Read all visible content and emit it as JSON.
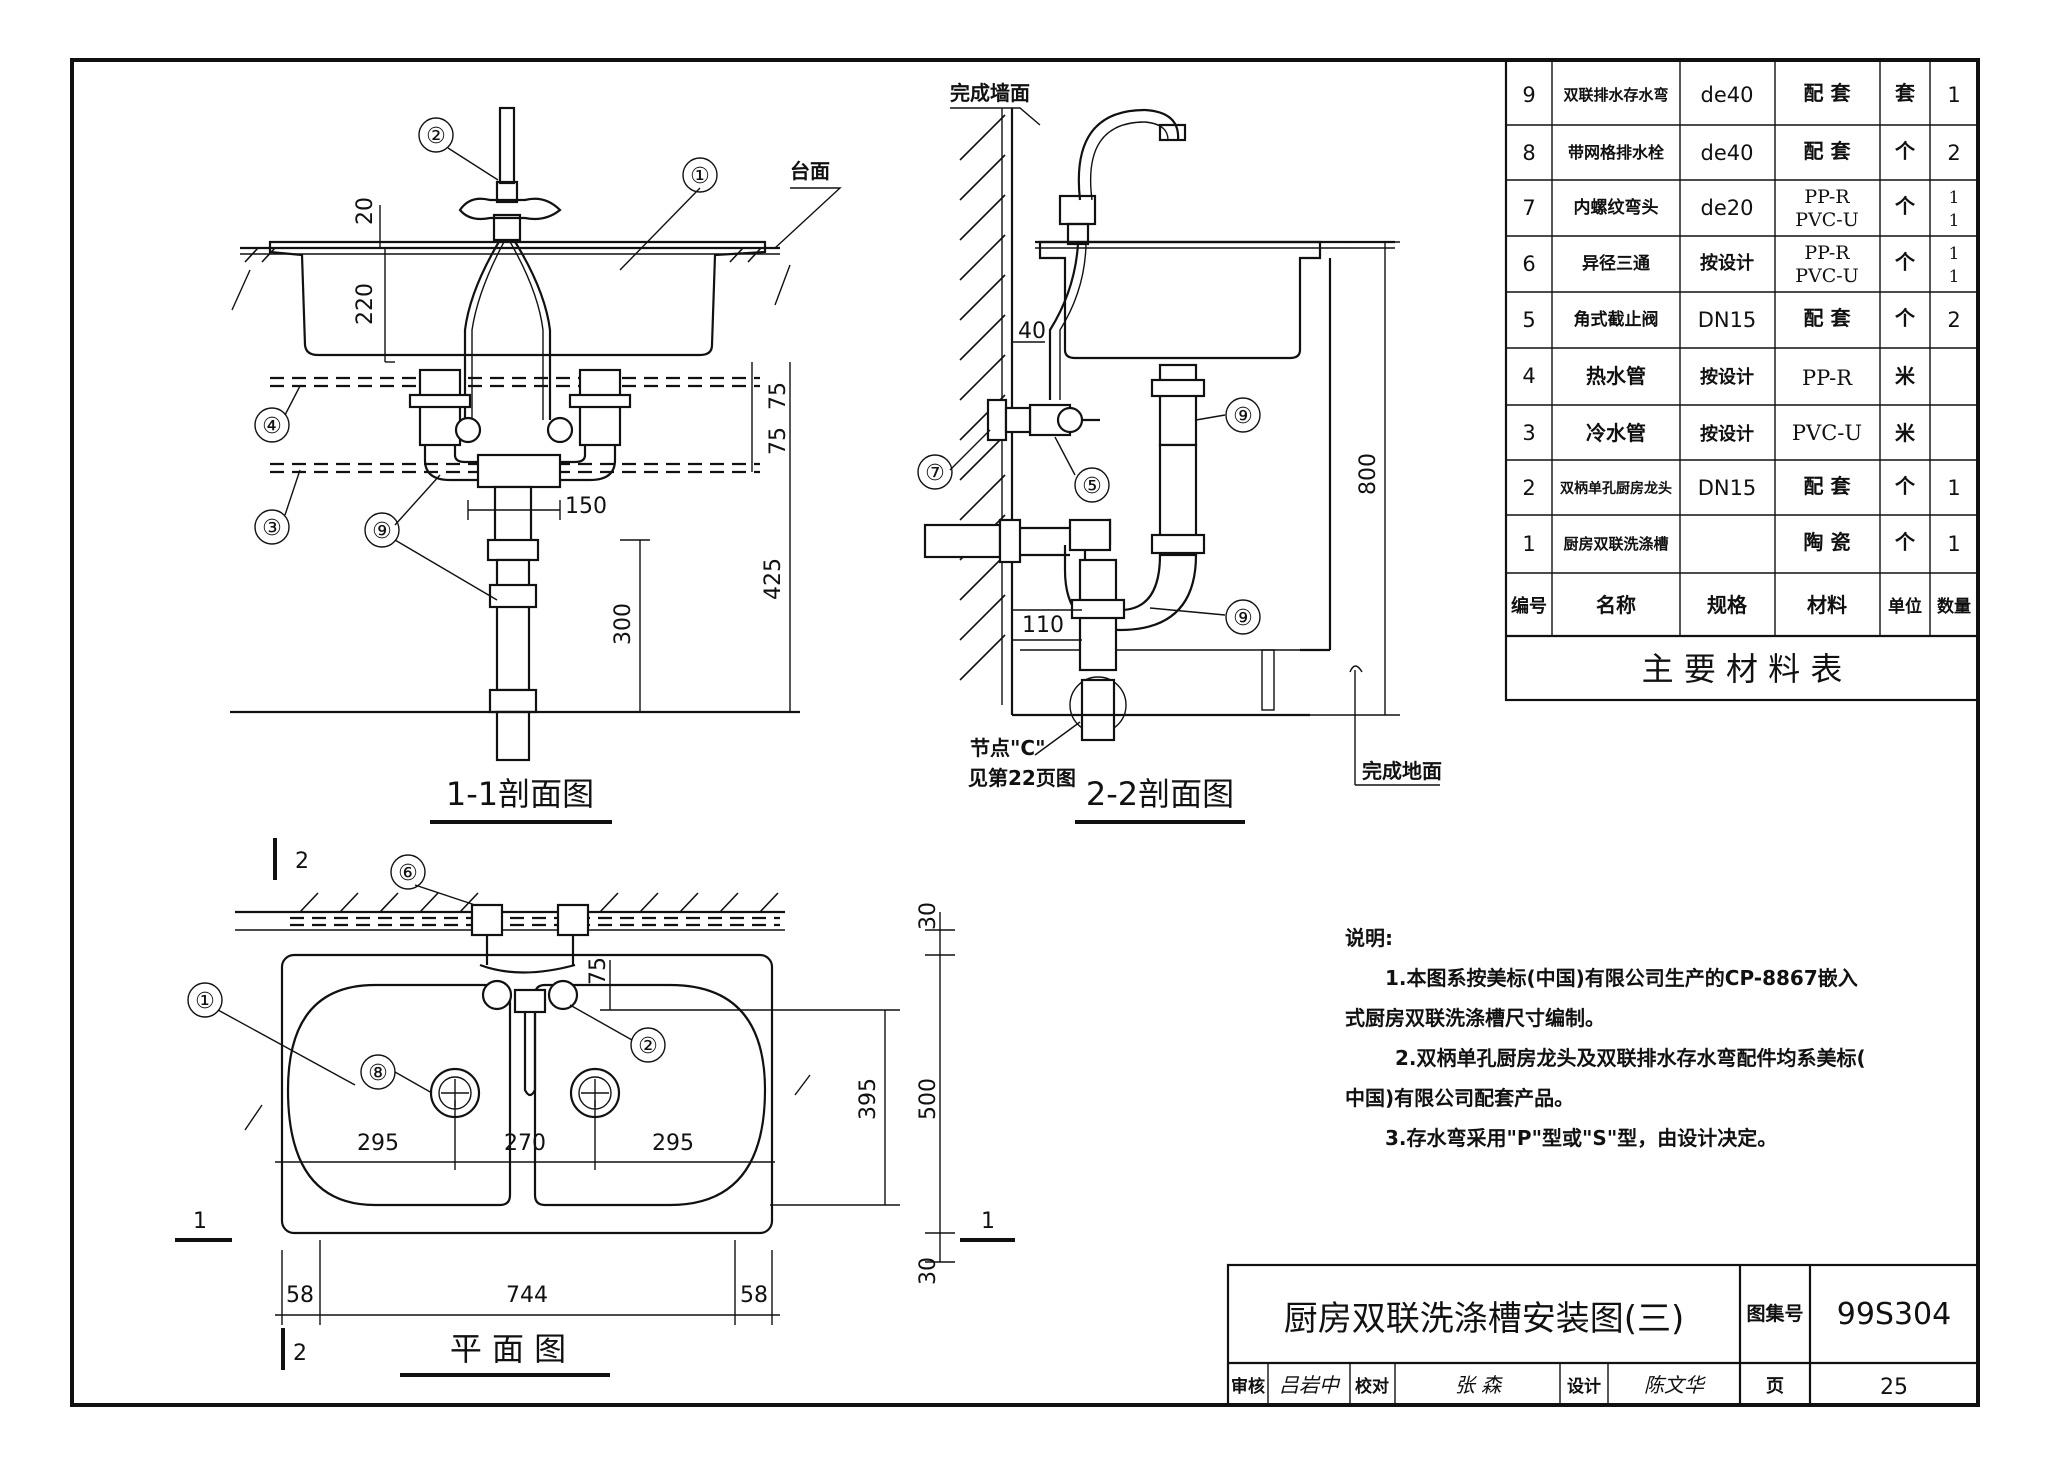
{
  "materials_table": {
    "header": {
      "no": "编号",
      "name": "名称",
      "spec": "规格",
      "material": "材料",
      "unit": "单位",
      "qty": "数量"
    },
    "rows": [
      {
        "no": "9",
        "name": "双联排水存水弯",
        "spec": "de40",
        "material": "配 套",
        "unit": "套",
        "qty": "1"
      },
      {
        "no": "8",
        "name": "带网格排水栓",
        "spec": "de40",
        "material": "配 套",
        "unit": "个",
        "qty": "2"
      },
      {
        "no": "7",
        "name": "内螺纹弯头",
        "spec": "de20",
        "material": "PP-R",
        "material2": "PVC-U",
        "unit": "个",
        "qty": "1",
        "qty2": "1"
      },
      {
        "no": "6",
        "name": "异径三通",
        "spec": "按设计",
        "material": "PP-R",
        "material2": "PVC-U",
        "unit": "个",
        "qty": "1",
        "qty2": "1"
      },
      {
        "no": "5",
        "name": "角式截止阀",
        "spec": "DN15",
        "material": "配 套",
        "unit": "个",
        "qty": "2"
      },
      {
        "no": "4",
        "name": "热水管",
        "spec": "按设计",
        "material": "PP-R",
        "unit": "米",
        "qty": ""
      },
      {
        "no": "3",
        "name": "冷水管",
        "spec": "按设计",
        "material": "PVC-U",
        "unit": "米",
        "qty": ""
      },
      {
        "no": "2",
        "name": "双柄单孔厨房龙头",
        "spec": "DN15",
        "material": "配 套",
        "unit": "个",
        "qty": "1"
      },
      {
        "no": "1",
        "name": "厨房双联洗涤槽",
        "spec": "",
        "material": "陶 瓷",
        "unit": "个",
        "qty": "1"
      }
    ],
    "caption": "主 要 材 料 表"
  },
  "section_1_1": {
    "title": "1-1剖面图",
    "label_countertop": "台面",
    "dims": {
      "rim": "20",
      "depth": "220",
      "d75a": "75",
      "d75b": "75",
      "d150": "150",
      "d300": "300",
      "d425": "425"
    },
    "callouts": [
      "①",
      "②",
      "③",
      "④",
      "⑨"
    ]
  },
  "section_2_2": {
    "title": "2-2剖面图",
    "label_wall": "完成墙面",
    "label_floor": "完成地面",
    "label_node": "节点\"C\"",
    "label_node_ref": "见第22页图",
    "dims": {
      "d40": "40",
      "d110": "110",
      "d800": "800"
    },
    "callouts": [
      "⑤",
      "⑦",
      "⑨",
      "⑨"
    ]
  },
  "plan": {
    "title": "平 面 图",
    "section_marks": {
      "s1": "1",
      "s2": "2"
    },
    "dims": {
      "d30a": "30",
      "d30b": "30",
      "d75": "75",
      "d395": "395",
      "d500": "500",
      "d295a": "295",
      "d270": "270",
      "d295b": "295",
      "d58a": "58",
      "d744": "744",
      "d58b": "58"
    },
    "callouts": [
      "①",
      "②",
      "⑥",
      "⑧"
    ]
  },
  "notes": {
    "heading": "说明:",
    "lines": [
      "1.本图系按美标(中国)有限公司生产的CP-8867嵌入",
      "式厨房双联洗涤槽尺寸编制。",
      "2.双柄单孔厨房龙头及双联排水存水弯配件均系美标(",
      "中国)有限公司配套产品。",
      "3.存水弯采用\"P\"型或\"S\"型，由设计决定。"
    ]
  },
  "title_block": {
    "title": "厨房双联洗涤槽安装图(三)",
    "atlas_label": "图集号",
    "atlas_no": "99S304",
    "review": "审核",
    "review_sig": "吕岩中",
    "check": "校对",
    "check_sig": "张 森",
    "design": "设计",
    "design_sig": "陈文华",
    "page_label": "页",
    "page_no": "25"
  }
}
